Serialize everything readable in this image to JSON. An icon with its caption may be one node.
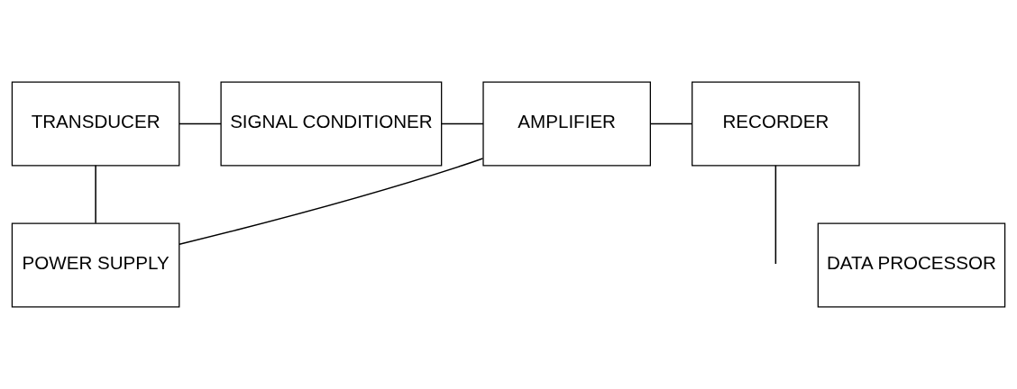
{
  "diagram": {
    "nodes": [
      {
        "text": [
          "TRANSDUCER"
        ]
      },
      {
        "text": [
          "SIGNAL CONDITIONER"
        ]
      },
      {
        "text": [
          "AMPLIFIER"
        ]
      },
      {
        "text": [
          "RECORDER"
        ]
      },
      {
        "text": [
          "POWER SUPPLY"
        ]
      },
      {
        "text": [
          "DATA PROCESSOR"
        ]
      }
    ],
    "edges": [
      {
        "from": 0,
        "to": 1,
        "arrow": "none"
      },
      {
        "from": 1,
        "to": 2,
        "arrow": "none"
      },
      {
        "from": 2,
        "to": 3,
        "arrow": "none"
      },
      {
        "from": 0,
        "to": 4,
        "arrow": "none"
      },
      {
        "from": 4,
        "to": 2,
        "arrow": "none"
      },
      {
        "from": 3,
        "to": null,
        "arrow": "none"
      }
    ]
  }
}
